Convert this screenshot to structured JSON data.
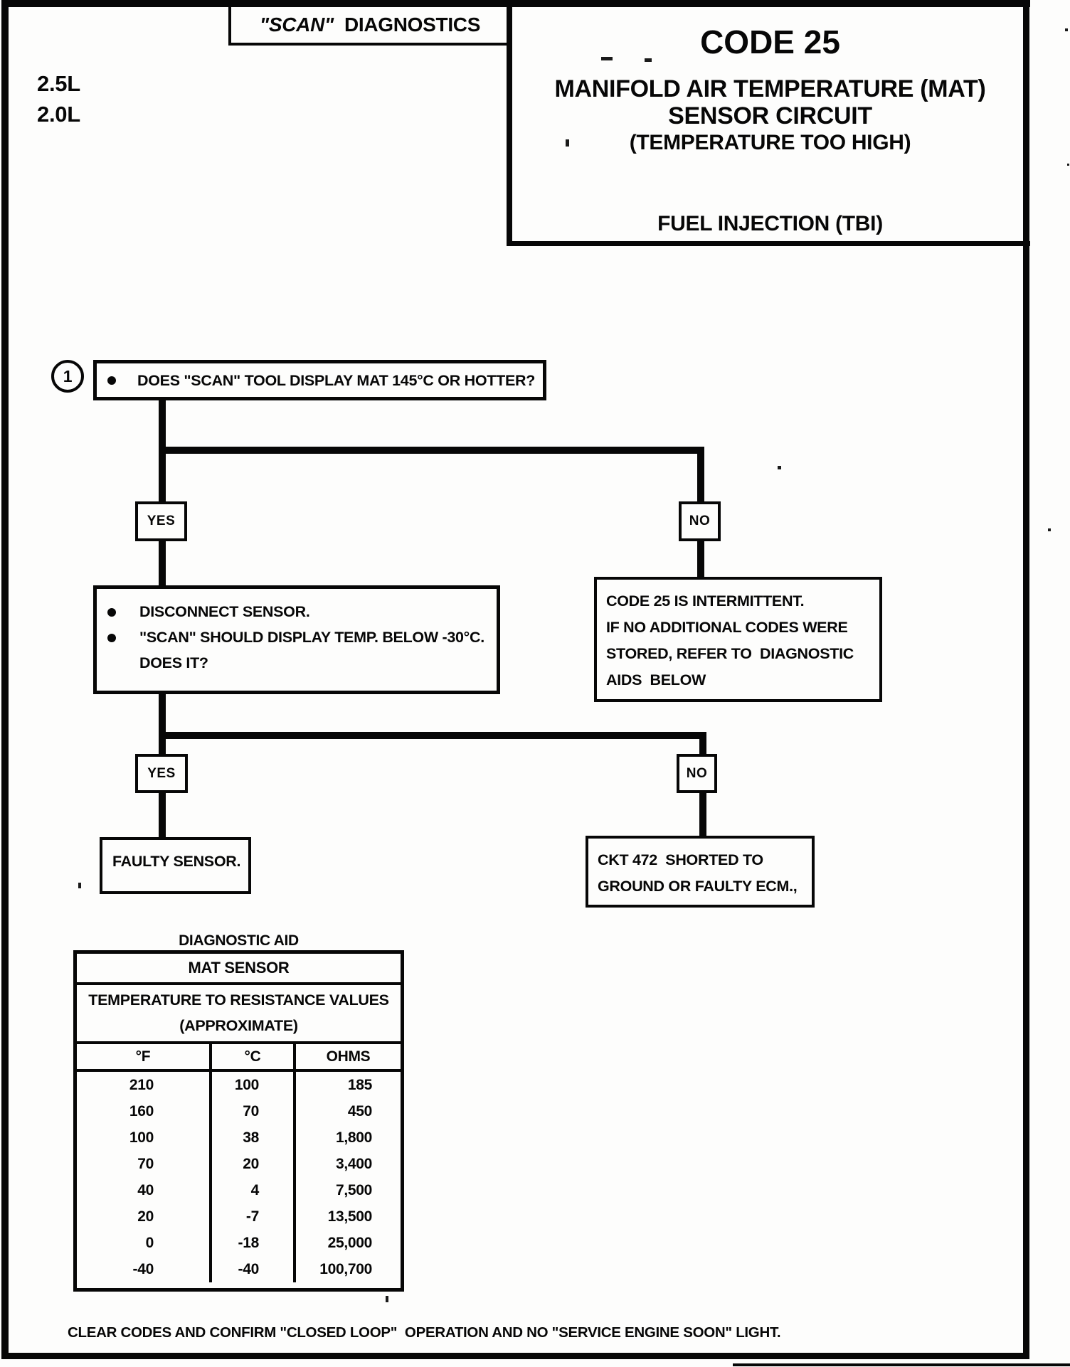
{
  "ink_color": "#070707",
  "paper_color": "#fdfdfc",
  "header": {
    "scan_box": {
      "italic": "\"SCAN\"",
      "rest": "  DIAGNOSTICS"
    },
    "engines": {
      "line1": "2.5L",
      "line2": "2.0L"
    },
    "title": {
      "code": "CODE 25",
      "line1": "MANIFOLD AIR TEMPERATURE (MAT)",
      "line2": "SENSOR CIRCUIT",
      "line3": "(TEMPERATURE TOO HIGH)",
      "subtitle": "FUEL INJECTION (TBI)"
    }
  },
  "flowchart": {
    "step_number": "1",
    "question1": "DOES \"SCAN\" TOOL DISPLAY MAT 145°C OR HOTTER?",
    "yes_label": "YES",
    "no_label": "NO",
    "step2": {
      "bullet1": "DISCONNECT SENSOR.",
      "bullet2": "\"SCAN\" SHOULD DISPLAY TEMP. BELOW -30°C.",
      "line3": "DOES IT?"
    },
    "intermittent": [
      "CODE 25 IS INTERMITTENT.",
      "IF NO ADDITIONAL CODES WERE",
      "STORED, REFER TO  DIAGNOSTIC",
      "AIDS  BELOW"
    ],
    "faulty": "FAULTY SENSOR.",
    "ckt": [
      "CKT 472  SHORTED TO",
      "GROUND OR FAULTY ECM.,"
    ]
  },
  "diagnostic_aid": {
    "label": "DIAGNOSTIC AID",
    "table_title": "MAT SENSOR",
    "table_subtitle1": "TEMPERATURE TO RESISTANCE VALUES",
    "table_subtitle2": "(APPROXIMATE)",
    "columns": [
      "°F",
      "°C",
      "OHMS"
    ],
    "rows": [
      [
        "210",
        "100",
        "185"
      ],
      [
        "160",
        "70",
        "450"
      ],
      [
        "100",
        "38",
        "1,800"
      ],
      [
        "70",
        "20",
        "3,400"
      ],
      [
        "40",
        "4",
        "7,500"
      ],
      [
        "20",
        "-7",
        "13,500"
      ],
      [
        "0",
        "-18",
        "25,000"
      ],
      [
        "-40",
        "-40",
        "100,700"
      ]
    ]
  },
  "footer_note": "CLEAR CODES AND CONFIRM \"CLOSED LOOP\"  OPERATION AND NO \"SERVICE ENGINE SOON\" LIGHT."
}
